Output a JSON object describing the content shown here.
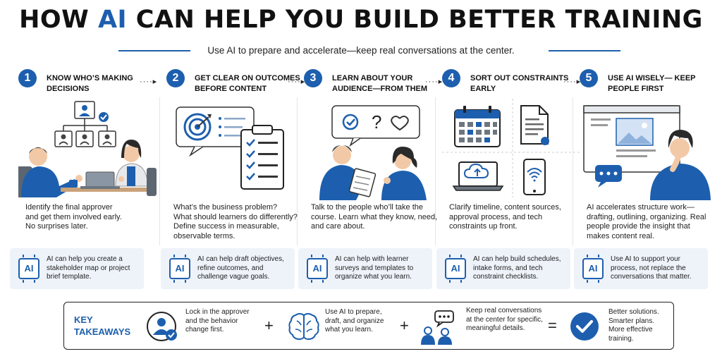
{
  "header": {
    "title_pre": "HOW ",
    "title_ai": "AI",
    "title_post": " CAN HELP YOU BUILD BETTER TRAINING",
    "subtitle": "Use AI to prepare and accelerate—keep real conversations at the center."
  },
  "steps": [
    {
      "number": "1",
      "heading": "KNOW WHO’S MAKING DECISIONS",
      "description": [
        "Identify the final approver",
        "and get them involved early.",
        "No surprises later."
      ],
      "ai_chip": "AI",
      "ai_tip": "AI can help you create a stakeholder map or project brief template."
    },
    {
      "number": "2",
      "heading": "GET CLEAR ON OUTCOMES BEFORE CONTENT",
      "description": [
        "What’s the business problem?",
        "What should learners do differently?",
        "Define success in measurable, observable terms."
      ],
      "ai_chip": "AI",
      "ai_tip": "AI can help draft objectives, refine outcomes, and challenge vague goals."
    },
    {
      "number": "3",
      "heading": "LEARN ABOUT YOUR AUDIENCE—FROM THEM",
      "description": [
        "Talk to the people who’ll take the course. Learn what they know, need, and care about."
      ],
      "ai_chip": "AI",
      "ai_tip": "AI can help with learner surveys and templates to organize what you learn."
    },
    {
      "number": "4",
      "heading": "SORT OUT CONSTRAINTS EARLY",
      "description": [
        "Clarify timeline, content sources, approval process, and tech constraints up front."
      ],
      "ai_chip": "AI",
      "ai_tip": "AI can help build schedules, intake forms, and tech constraint checklists."
    },
    {
      "number": "5",
      "heading": "USE AI WISELY— KEEP PEOPLE FIRST",
      "description": [
        "AI accelerates structure work—drafting, outlining, organizing. Real people provide the insight that makes content real."
      ],
      "ai_chip": "AI",
      "ai_tip": "Use AI to support your process, not replace the conversations that matter."
    }
  ],
  "arrow_glyph": "····▸",
  "takeaways": {
    "label": "KEY TAKEAWAYS",
    "item1": "Lock in the approver and the behavior change first.",
    "plus1": "+",
    "item2": "Use AI to prepare, draft, and organize what you learn.",
    "plus2": "+",
    "item3": "Keep real conversations at the center for specific, meaningful details.",
    "equals": "=",
    "item4": "Better solutions. Smarter plans. More effective training."
  },
  "colors": {
    "accent": "#1d5fae",
    "light_panel": "#eef3fa",
    "text": "#1a1a1a"
  },
  "icons": [
    "decision-makers-icon",
    "target-icon",
    "clipboard-checklist-icon",
    "speech-bubble-icon",
    "calendar-icon",
    "document-icon",
    "cloud-laptop-icon",
    "phone-wifi-icon",
    "browser-image-icon",
    "ai-chip-icon",
    "person-check-icon",
    "brain-icon",
    "people-conversation-icon",
    "checkmark-circle-icon"
  ]
}
